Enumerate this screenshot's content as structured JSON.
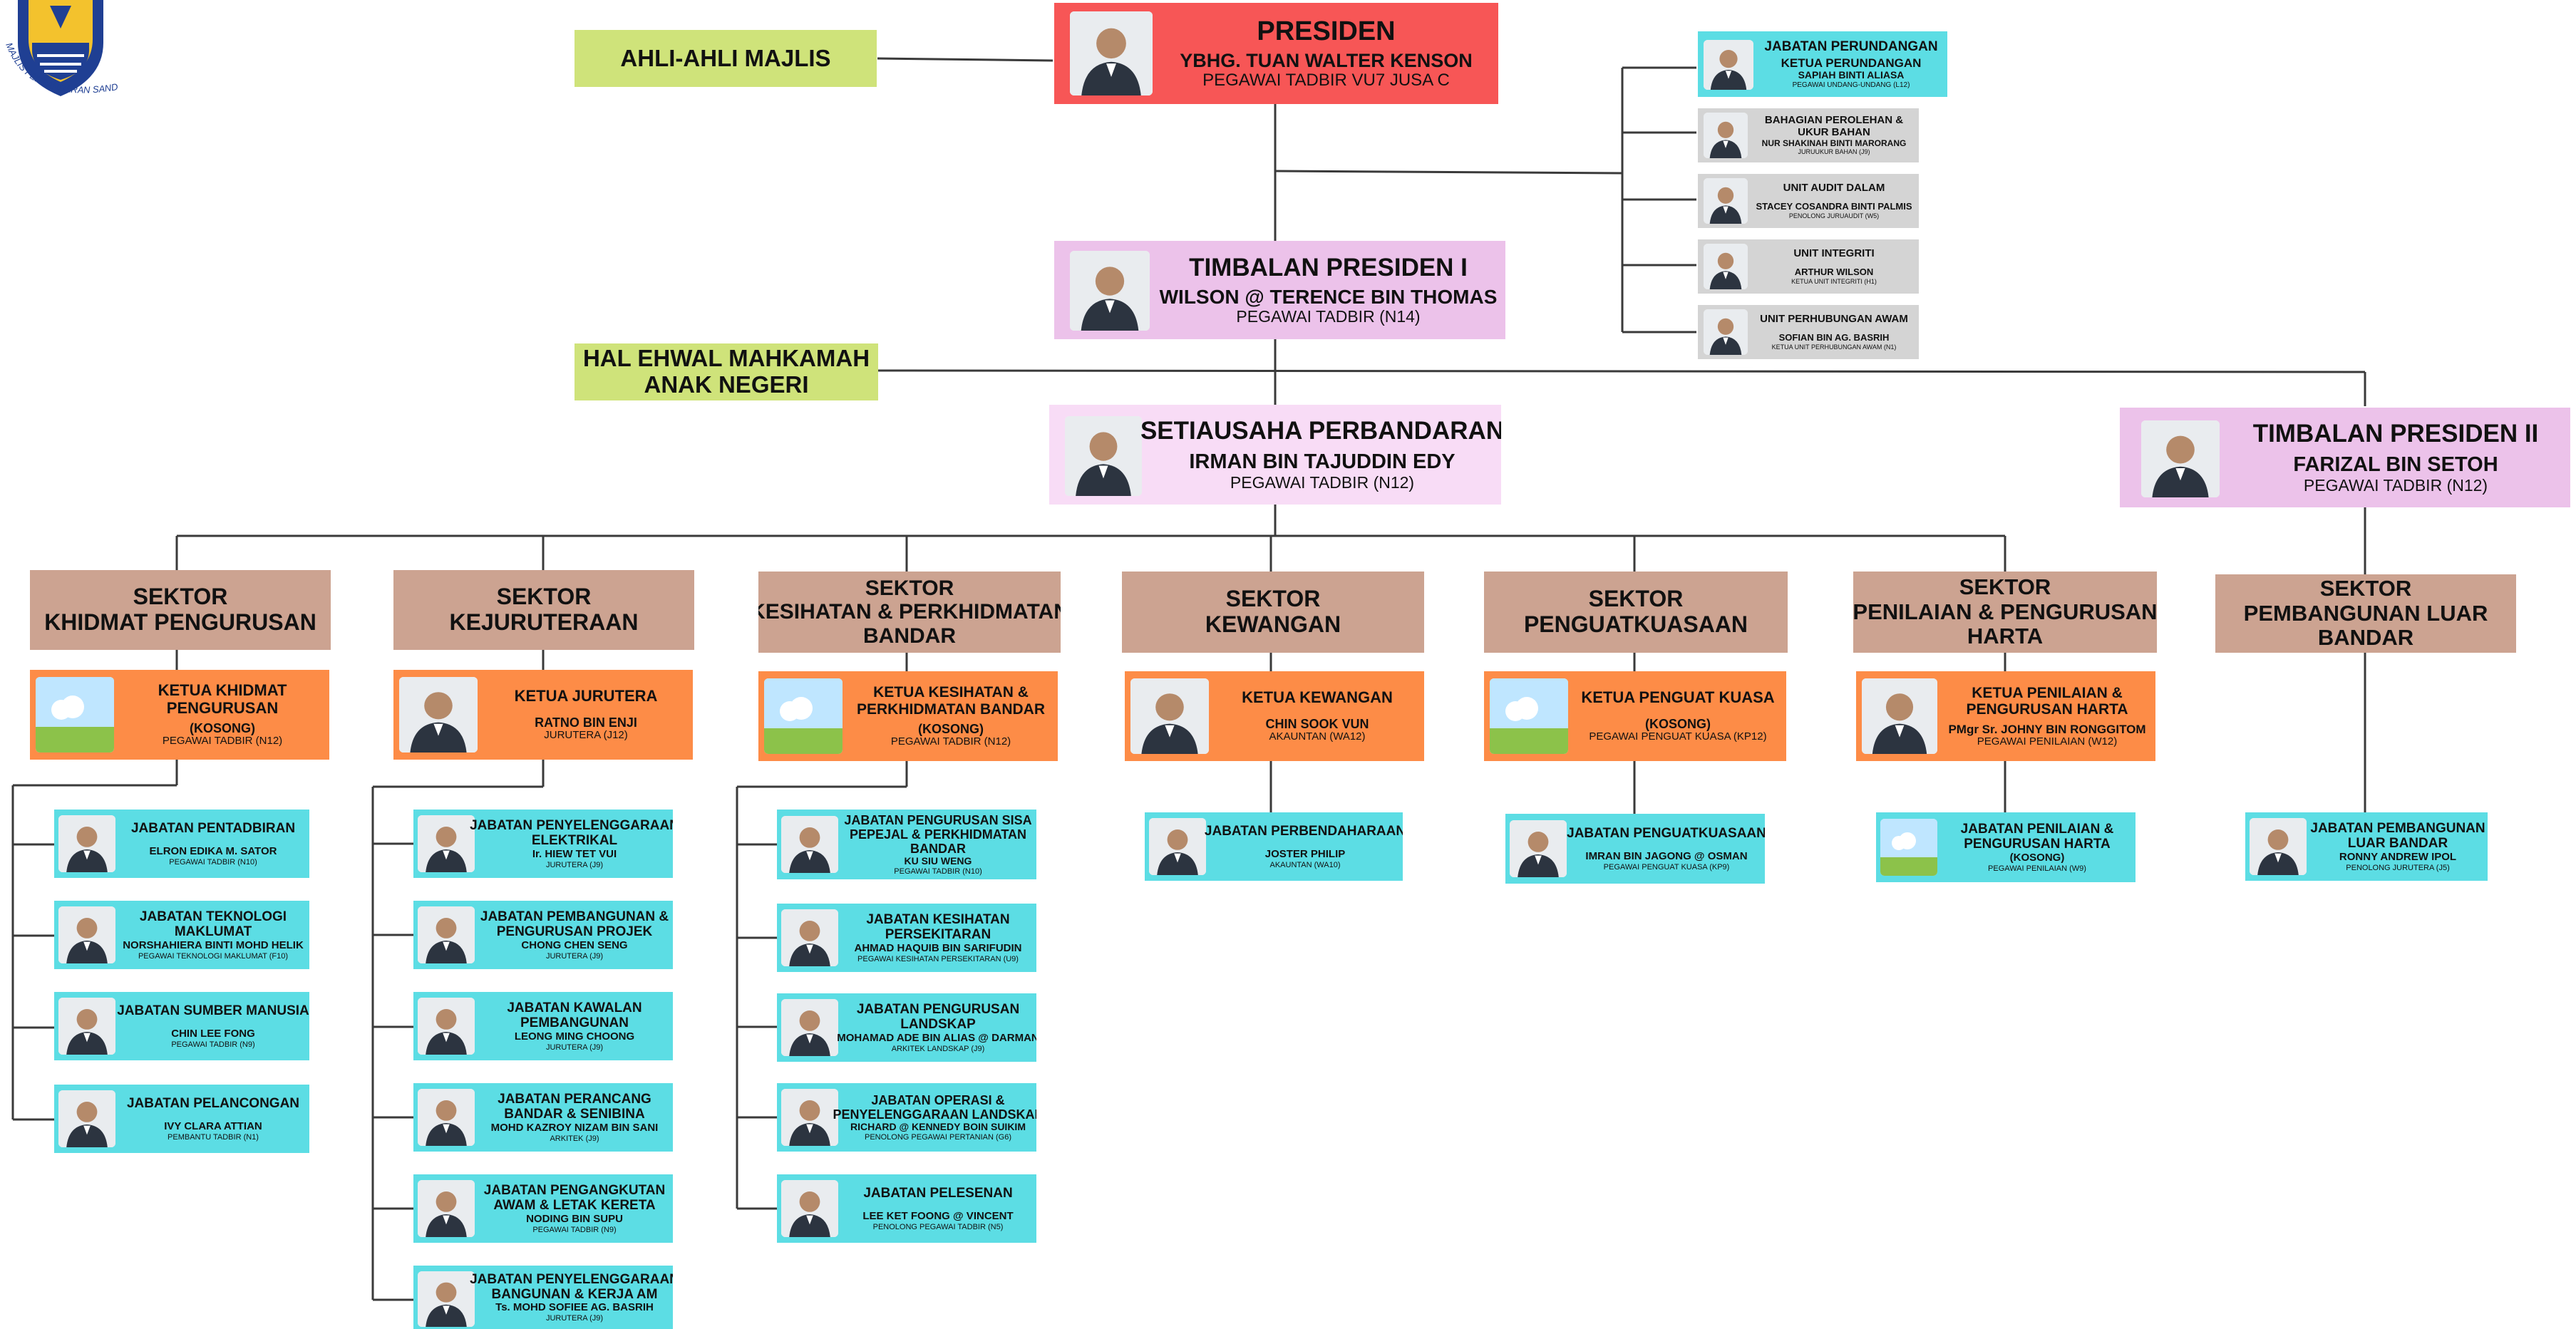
{
  "logo": {
    "arc_text": "MAJLIS PERBANDARAN SANDAKAN"
  },
  "side_boxes": {
    "ahli_majlis": "AHLI-AHLI MAJLIS",
    "hal_ehwal": [
      "HAL EHWAL MAHKAMAH",
      "ANAK NEGERI"
    ]
  },
  "presiden": {
    "title": "PRESIDEN",
    "name": "YBHG. TUAN WALTER KENSON",
    "grade": "PEGAWAI TADBIR VU7 JUSA C"
  },
  "timbalan1": {
    "title": "TIMBALAN PRESIDEN I",
    "name": "WILSON @ TERENCE BIN THOMAS",
    "grade": "PEGAWAI TADBIR (N14)"
  },
  "setiausaha": {
    "title": "SETIAUSAHA PERBANDARAN",
    "name": "IRMAN BIN TAJUDDIN EDY",
    "grade": "PEGAWAI TADBIR (N12)"
  },
  "timbalan2": {
    "title": "TIMBALAN PRESIDEN II",
    "name": "FARIZAL BIN SETOH",
    "grade": "PEGAWAI TADBIR (N12)"
  },
  "right_units": [
    {
      "title": "JABATAN  PERUNDANGAN",
      "role": "KETUA  PERUNDANGAN",
      "name": "SAPIAH BINTI ALIASA",
      "grade": "PEGAWAI UNDANG-UNDANG (L12)"
    },
    {
      "title": "BAHAGIAN  PEROLEHAN &",
      "title2": "UKUR BAHAN",
      "name": "NUR SHAKINAH BINTI MARORANG",
      "grade": "JURUUKUR BAHAN (J9)"
    },
    {
      "title": "UNIT AUDIT DALAM",
      "name": "STACEY COSANDRA BINTI PALMIS",
      "grade": "PENOLONG JURUAUDIT (W5)"
    },
    {
      "title": "UNIT INTEGRITI",
      "name": "ARTHUR WILSON",
      "grade": "KETUA UNIT INTEGRITI (H1)"
    },
    {
      "title": "UNIT PERHUBUNGAN AWAM",
      "name": "SOFIAN BIN AG. BASRIH",
      "grade": "KETUA UNIT PERHUBUNGAN AWAM (N1)"
    }
  ],
  "sectors": [
    {
      "label": [
        "SEKTOR",
        "KHIDMAT PENGURUSAN"
      ],
      "head": {
        "title": [
          "KETUA KHIDMAT",
          "PENGURUSAN"
        ],
        "name": "(KOSONG)",
        "grade": "PEGAWAI TADBIR (N12)"
      },
      "depts": [
        {
          "title": [
            "JABATAN PENTADBIRAN"
          ],
          "name": "ELRON EDIKA M. SATOR",
          "grade": "PEGAWAI TADBIR (N10)"
        },
        {
          "title": [
            "JABATAN TEKNOLOGI",
            "MAKLUMAT"
          ],
          "name": "NORSHAHIERA BINTI MOHD HELIK",
          "grade": "PEGAWAI TEKNOLOGI MAKLUMAT (F10)"
        },
        {
          "title": [
            "JABATAN SUMBER MANUSIA"
          ],
          "name": "CHIN LEE FONG",
          "grade": "PEGAWAI TADBIR (N9)"
        },
        {
          "title": [
            "JABATAN PELANCONGAN"
          ],
          "name": "IVY CLARA ATTIAN",
          "grade": "PEMBANTU TADBIR (N1)"
        }
      ]
    },
    {
      "label": [
        "SEKTOR",
        "KEJURUTERAAN"
      ],
      "head": {
        "title": [
          "KETUA JURUTERA"
        ],
        "name": "RATNO BIN ENJI",
        "grade": "JURUTERA (J12)"
      },
      "depts": [
        {
          "title": [
            "JABATAN PENYELENGGARAAN",
            "ELEKTRIKAL"
          ],
          "name": "Ir. HIEW TET VUI",
          "grade": "JURUTERA (J9)"
        },
        {
          "title": [
            "JABATAN PEMBANGUNAN &",
            "PENGURUSAN PROJEK"
          ],
          "name": "CHONG CHEN SENG",
          "grade": "JURUTERA (J9)"
        },
        {
          "title": [
            "JABATAN KAWALAN",
            "PEMBANGUNAN"
          ],
          "name": "LEONG MING CHOONG",
          "grade": "JURUTERA (J9)"
        },
        {
          "title": [
            "JABATAN PERANCANG",
            "BANDAR & SENIBINA"
          ],
          "name": "MOHD KAZROY NIZAM BIN SANI",
          "grade": "ARKITEK (J9)"
        },
        {
          "title": [
            "JABATAN PENGANGKUTAN",
            "AWAM & LETAK KERETA"
          ],
          "name": "NODING BIN SUPU",
          "grade": "PEGAWAI TADBIR (N9)"
        },
        {
          "title": [
            "JABATAN PENYELENGGARAAN",
            "BANGUNAN & KERJA AM"
          ],
          "name": "Ts. MOHD SOFIEE AG. BASRIH",
          "grade": "JURUTERA (J9)"
        }
      ]
    },
    {
      "label": [
        "SEKTOR",
        "KESIHATAN & PERKHIDMATAN",
        "BANDAR"
      ],
      "head": {
        "title": [
          "KETUA KESIHATAN &",
          "PERKHIDMATAN BANDAR"
        ],
        "name": "(KOSONG)",
        "grade": "PEGAWAI TADBIR (N12)"
      },
      "depts": [
        {
          "title": [
            "JABATAN PENGURUSAN SISA",
            "PEPEJAL & PERKHIDMATAN",
            "BANDAR"
          ],
          "name": "KU SIU WENG",
          "grade": "PEGAWAI TADBIR (N10)"
        },
        {
          "title": [
            "JABATAN KESIHATAN",
            "PERSEKITARAN"
          ],
          "name": "AHMAD HAQUIB BIN SARIFUDIN",
          "grade": "PEGAWAI KESIHATAN PERSEKITARAN (U9)"
        },
        {
          "title": [
            "JABATAN PENGURUSAN",
            "LANDSKAP"
          ],
          "name": "MOHAMAD ADE BIN ALIAS @ DARMAN",
          "grade": "ARKITEK LANDSKAP (J9)"
        },
        {
          "title": [
            "JABATAN OPERASI &",
            "PENYELENGGARAAN LANDSKAP"
          ],
          "name": "RICHARD @ KENNEDY BOIN SUIKIM",
          "grade": "PENOLONG PEGAWAI PERTANIAN (G6)"
        },
        {
          "title": [
            "JABATAN PELESENAN"
          ],
          "name": "LEE KET FOONG @ VINCENT",
          "grade": "PENOLONG PEGAWAI TADBIR (N5)"
        }
      ]
    },
    {
      "label": [
        "SEKTOR",
        "KEWANGAN"
      ],
      "head": {
        "title": [
          "KETUA KEWANGAN"
        ],
        "name": "CHIN SOOK VUN",
        "grade": "AKAUNTAN (WA12)"
      },
      "depts": [
        {
          "title": [
            "JABATAN PERBENDAHARAAN"
          ],
          "name": "JOSTER PHILIP",
          "grade": "AKAUNTAN (WA10)"
        }
      ]
    },
    {
      "label": [
        "SEKTOR",
        "PENGUATKUASAAN"
      ],
      "head": {
        "title": [
          "KETUA PENGUAT KUASA"
        ],
        "name": "(KOSONG)",
        "grade": "PEGAWAI PENGUAT KUASA (KP12)"
      },
      "depts": [
        {
          "title": [
            "JABATAN PENGUATKUASAAN"
          ],
          "name": "IMRAN BIN JAGONG @ OSMAN",
          "grade": "PEGAWAI PENGUAT KUASA (KP9)"
        }
      ]
    },
    {
      "label": [
        "SEKTOR",
        "PENILAIAN & PENGURUSAN",
        "HARTA"
      ],
      "head": {
        "title": [
          "KETUA PENILAIAN &",
          "PENGURUSAN HARTA"
        ],
        "name": "PMgr Sr. JOHNY BIN RONGGITOM",
        "grade": "PEGAWAI PENILAIAN (W12)"
      },
      "depts": [
        {
          "title": [
            "JABATAN PENILAIAN &",
            "PENGURUSAN HARTA"
          ],
          "name": "(KOSONG)",
          "grade": "PEGAWAI PENILAIAN (W9)"
        }
      ]
    },
    {
      "label": [
        "SEKTOR",
        "PEMBANGUNAN LUAR",
        "BANDAR"
      ],
      "depts": [
        {
          "title": [
            "JABATAN PEMBANGUNAN",
            "LUAR BANDAR"
          ],
          "name": "RONNY ANDREW IPOL",
          "grade": "PENOLONG JURUTERA (J5)"
        }
      ]
    }
  ]
}
